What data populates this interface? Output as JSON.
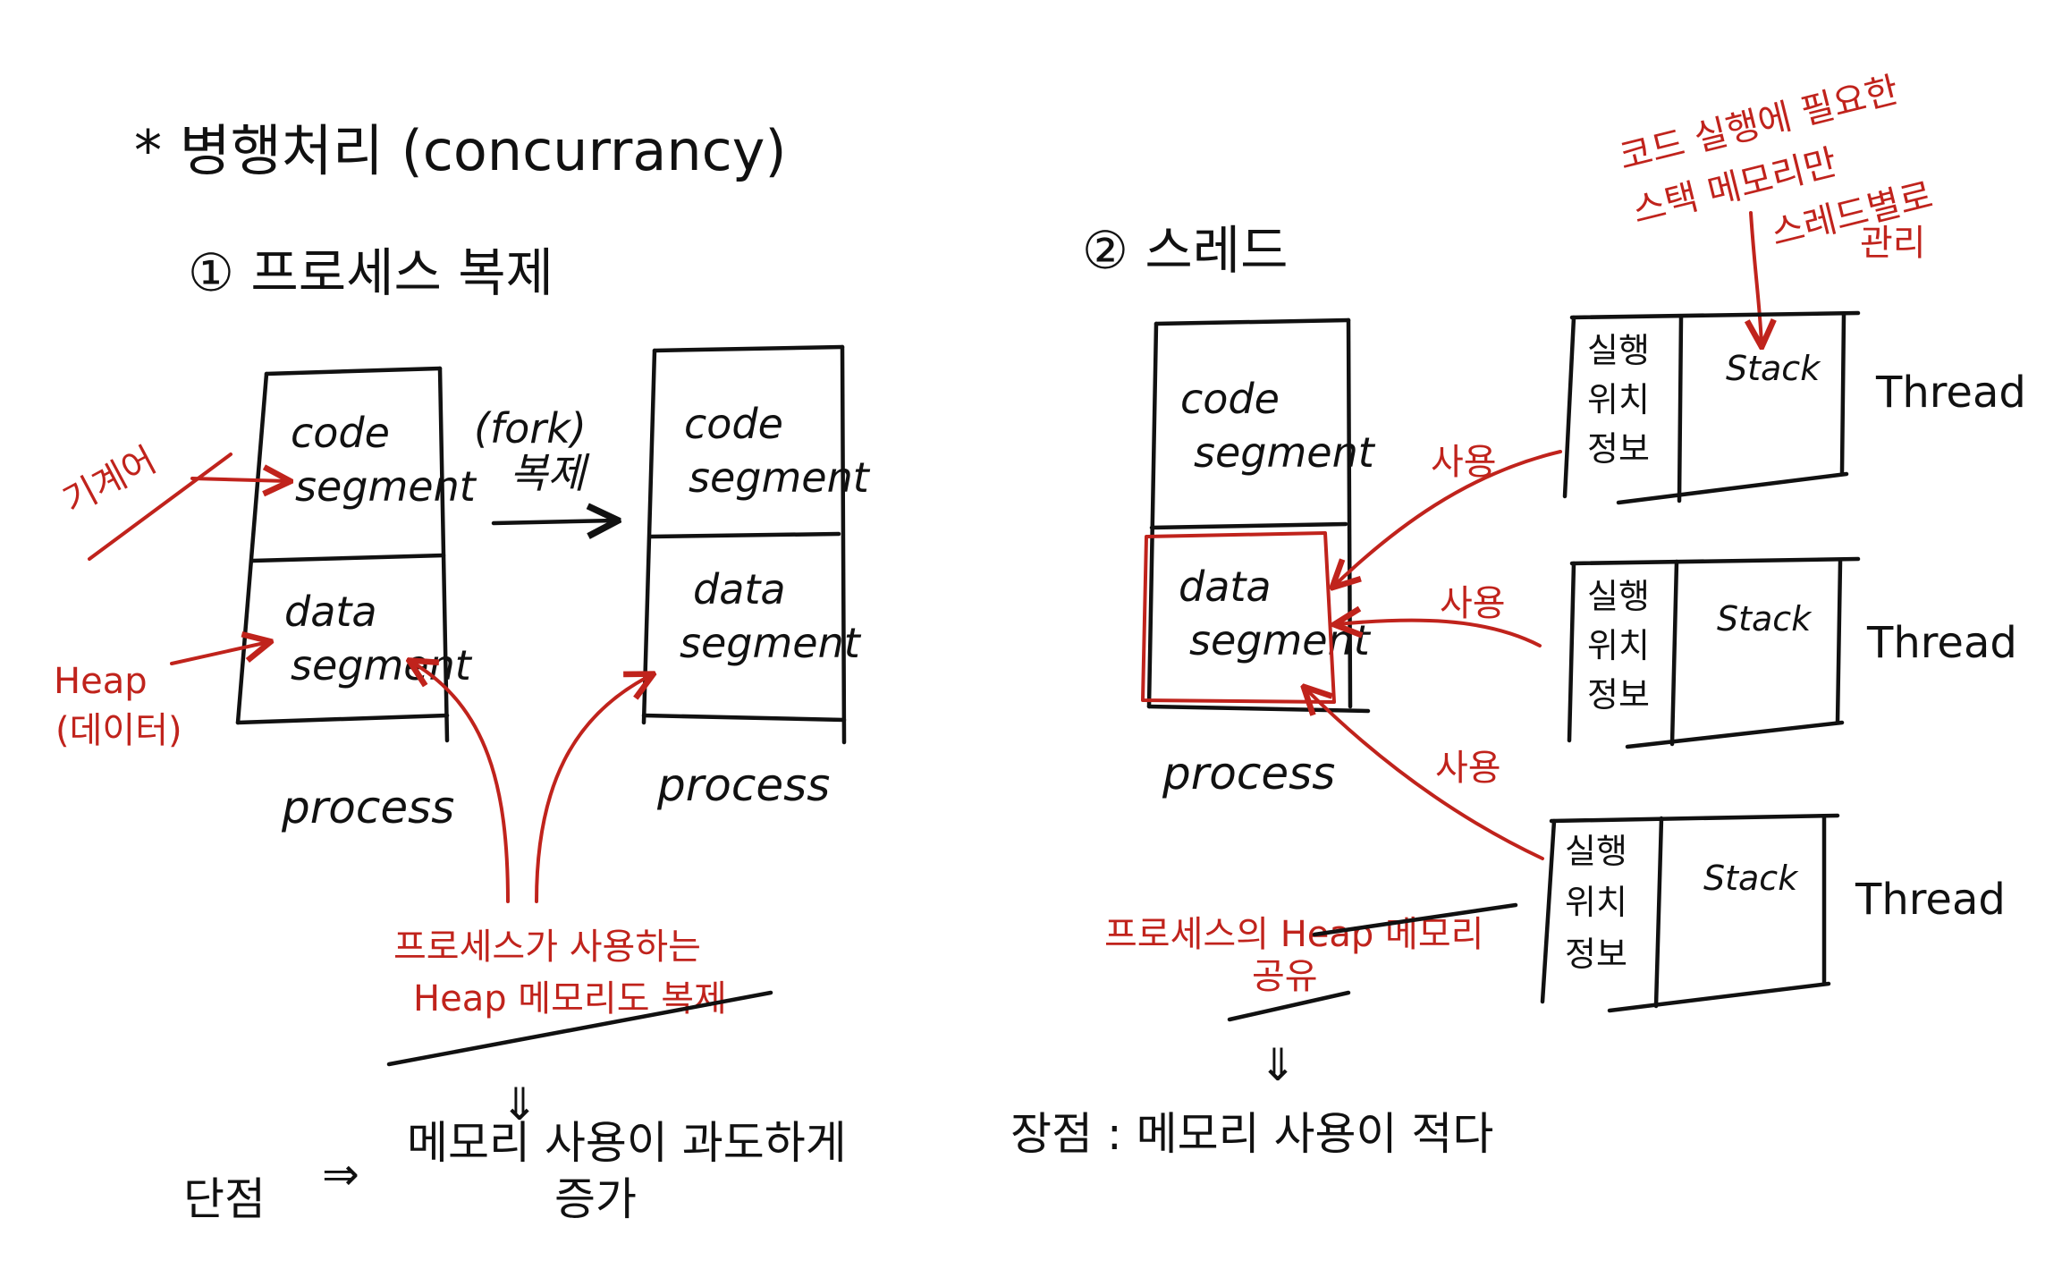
{
  "title": "* 병행처리 (concurrancy)",
  "section1": {
    "heading": "① 프로세스 복제",
    "process_left": {
      "code_line1": "code",
      "code_line2": "segment",
      "data_line1": "data",
      "data_line2": "segment",
      "label": "process"
    },
    "fork_line1": "(fork)",
    "fork_line2": "복제",
    "process_right": {
      "code_line1": "code",
      "code_line2": "segment",
      "data_line1": "data",
      "data_line2": "segment",
      "label": "process"
    },
    "code_annotation": "기계어",
    "heap_line1": "Heap",
    "heap_line2": "(데이터)",
    "copy_note_line1": "프로세스가 사용하는",
    "copy_note_line2": "Heap 메모리도 복제",
    "down_arrow": "⇓",
    "drawback_label": "단점",
    "drawback_arrow": "⇒",
    "drawback_line1": "메모리 사용이 과도하게",
    "drawback_line2": "증가"
  },
  "section2": {
    "heading": "② 스레드",
    "process": {
      "code_line1": "code",
      "code_line2": "segment",
      "data_line1": "data",
      "data_line2": "segment",
      "label": "process"
    },
    "stack_note_line1": "코드 실행에 필요한",
    "stack_note_line2": "스택 메모리만",
    "stack_note_line3": "스레드별로",
    "stack_note_line4": "관리",
    "use_label": "사용",
    "threads": [
      {
        "info_line1": "실행",
        "info_line2": "위치",
        "info_line3": "정보",
        "stack": "Stack",
        "label": "Thread"
      },
      {
        "info_line1": "실행",
        "info_line2": "위치",
        "info_line3": "정보",
        "stack": "Stack",
        "label": "Thread"
      },
      {
        "info_line1": "실행",
        "info_line2": "위치",
        "info_line3": "정보",
        "stack": "Stack",
        "label": "Thread"
      }
    ],
    "share_note_line1": "프로세스의 Heap 메모리",
    "share_note_line2": "공유",
    "down_arrow": "⇓",
    "advantage": "장점 : 메모리 사용이 적다"
  },
  "colors": {
    "ink": "#111111",
    "annotation": "#c0231c",
    "background": "#ffffff"
  }
}
